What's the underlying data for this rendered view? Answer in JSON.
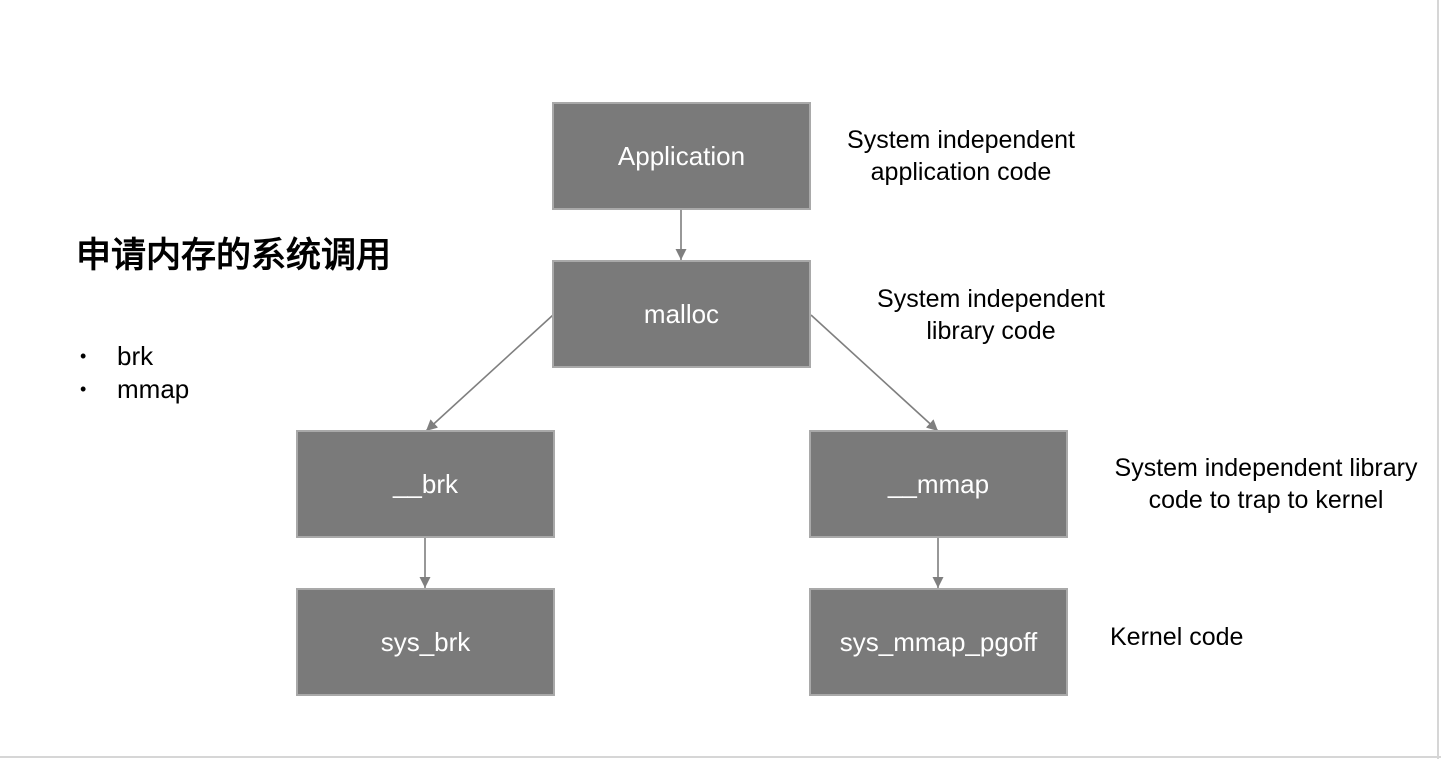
{
  "diagram": {
    "heading": "申请内存的系统调用",
    "bullets": [
      "brk",
      "mmap"
    ],
    "nodes": {
      "application": "Application",
      "malloc": "malloc",
      "brk": "__brk",
      "mmap": "__mmap",
      "sys_brk": "sys_brk",
      "sys_mmap_pgoff": "sys_mmap_pgoff"
    },
    "annotations": {
      "application": [
        "System independent",
        "application code"
      ],
      "malloc": [
        "System independent",
        "library code"
      ],
      "trap": [
        "System independent library",
        "code to trap to kernel"
      ],
      "kernel": [
        "Kernel code"
      ]
    },
    "edges": [
      [
        "application",
        "malloc"
      ],
      [
        "malloc",
        "brk"
      ],
      [
        "malloc",
        "mmap"
      ],
      [
        "brk",
        "sys_brk"
      ],
      [
        "mmap",
        "sys_mmap_pgoff"
      ]
    ],
    "colors": {
      "box_fill": "#7a7a7a",
      "box_border": "#a9a9a9",
      "box_text": "#ffffff",
      "connector": "#7f7f7f"
    }
  }
}
